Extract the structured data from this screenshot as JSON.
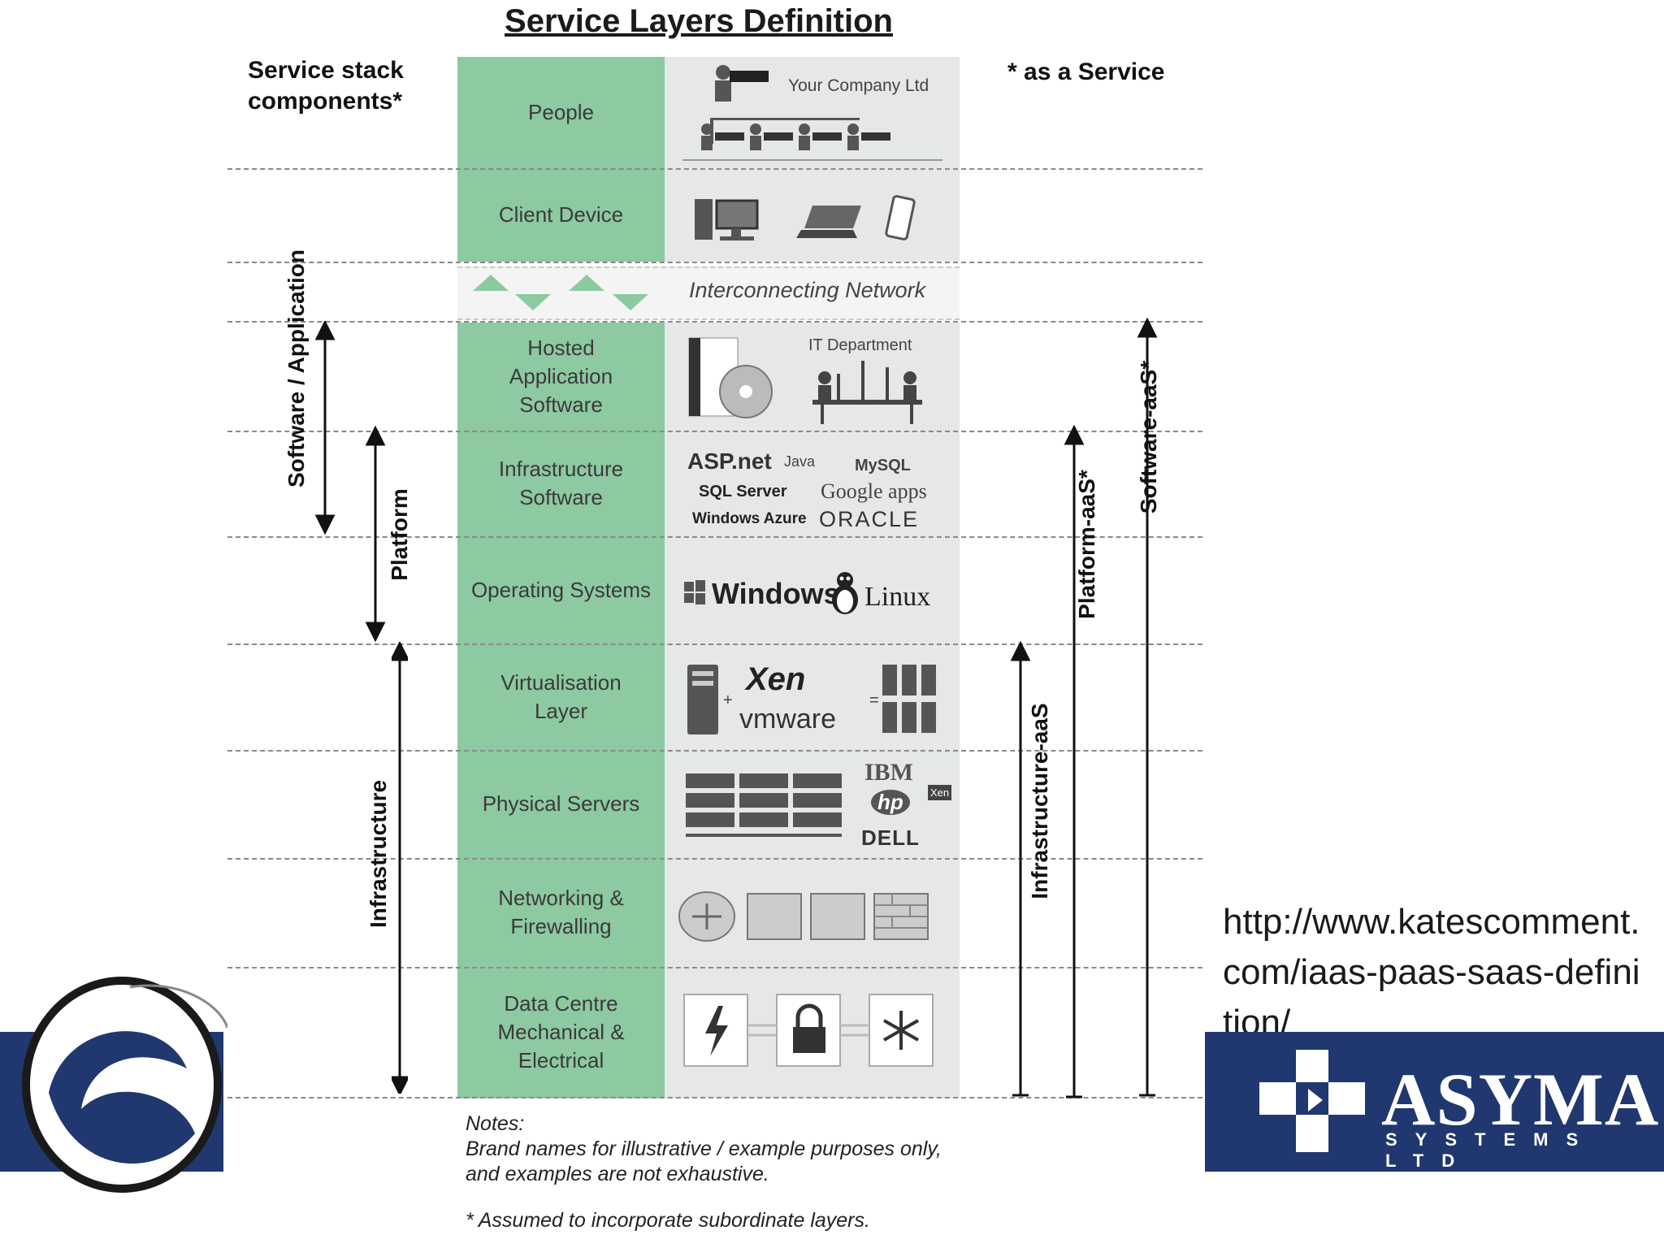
{
  "title": "Service Layers Definition",
  "headers": {
    "left": [
      "Service stack",
      "components*"
    ],
    "right": "* as a Service"
  },
  "layers": [
    {
      "label": "People"
    },
    {
      "label": "Client Device"
    },
    {
      "label": "Hosted Application Software"
    },
    {
      "label": "Infrastructure Software"
    },
    {
      "label": "Operating Systems"
    },
    {
      "label": "Virtualisation Layer"
    },
    {
      "label": "Physical Servers"
    },
    {
      "label": "Networking & Firewalling"
    },
    {
      "label": "Data Centre Mechanical & Electrical"
    }
  ],
  "network_label": "Interconnecting Network",
  "illustration_text": {
    "company": "Your Company Ltd",
    "it_department": "IT Department",
    "brands_infra": [
      "ASP.net",
      "Java",
      "MySQL",
      "SQL Server",
      "Google apps",
      "Windows Azure",
      "ORACLE"
    ],
    "brands_os": [
      "Windows",
      "Linux"
    ],
    "brands_virt": [
      "Xen",
      "vmware"
    ],
    "brands_servers": [
      "IBM",
      "hp",
      "Xen",
      "DELL"
    ]
  },
  "left_brackets": {
    "software": "Software / Application",
    "platform": "Platform",
    "infrastructure": "Infrastructure"
  },
  "right_arrows": {
    "iaas": "Infrastructure-aaS",
    "paas": "Platform-aaS*",
    "saas": "Software-aaS*"
  },
  "notes": {
    "heading": "Notes:",
    "line1": "Brand names for illustrative / example purposes only,",
    "line2": "and examples are not exhaustive.",
    "footnote": "* Assumed to incorporate subordinate layers."
  },
  "source_url": "http://www.katescomment.com/iaas-paas-saas-definition/",
  "logo": {
    "name": "ASYMA",
    "sub": "SYSTEMS LTD"
  },
  "colors": {
    "layer_green": "#8dc9a1",
    "illustration_grey": "#e5e8e6",
    "brand_navy": "#20386f"
  },
  "icons": [
    "building-icon",
    "desktop-icon",
    "laptop-icon",
    "tablet-icon",
    "cd-icon",
    "meeting-icon",
    "tux-icon",
    "server-icon",
    "rack-icon",
    "router-icon",
    "switch-icon",
    "firewall-icon",
    "lightning-icon",
    "lock-icon",
    "snowflake-icon",
    "swoosh-logo-icon",
    "asyma-logo-icon"
  ]
}
